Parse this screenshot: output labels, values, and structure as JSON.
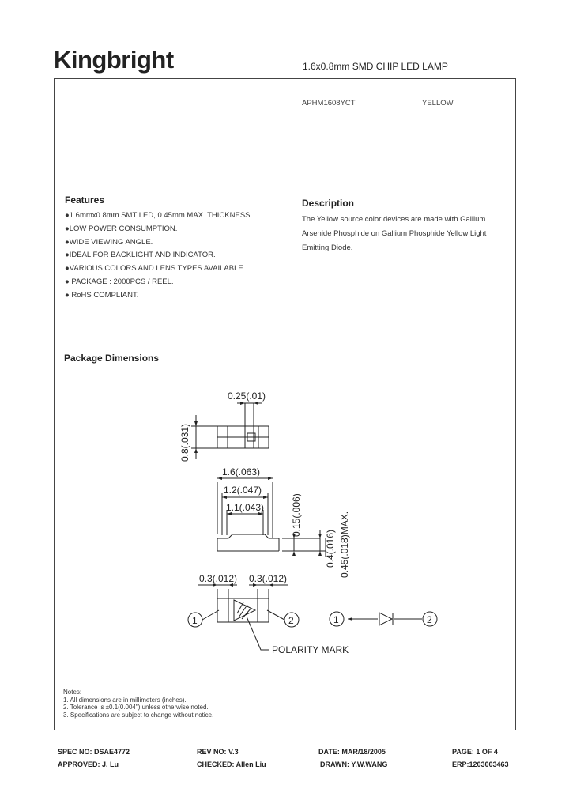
{
  "header": {
    "logo": "Kingbright",
    "title": "1.6x0.8mm SMD CHIP LED LAMP"
  },
  "part": {
    "number": "APHM1608YCT",
    "color": "YELLOW"
  },
  "features": {
    "heading": "Features",
    "items": [
      "●1.6mmx0.8mm SMT LED, 0.45mm MAX. THICKNESS.",
      "●LOW POWER CONSUMPTION.",
      "●WIDE VIEWING ANGLE.",
      "●IDEAL FOR BACKLIGHT AND INDICATOR.",
      "●VARIOUS COLORS AND LENS TYPES AVAILABLE.",
      "● PACKAGE : 2000PCS / REEL.",
      "● RoHS COMPLIANT."
    ]
  },
  "description": {
    "heading": "Description",
    "text": "The Yellow source color devices are made with Gallium Arsenide Phosphide on Gallium Phosphide Yellow Light Emitting Diode."
  },
  "package": {
    "heading": "Package Dimensions",
    "dims": {
      "pad_width": "0.25(.01)",
      "height": "0.8(.031)",
      "length": "1.6(.063)",
      "inner1": "1.2(.047)",
      "inner2": "1.1(.043)",
      "step": "0.15(.006)",
      "thick1": "0.4(.016)",
      "thick2": "0.45(.018)MAX.",
      "term_left": "0.3(.012)",
      "term_right": "0.3(.012)"
    },
    "pin1": "1",
    "pin2": "2",
    "polarity": "POLARITY MARK"
  },
  "notes": {
    "title": "Notes:",
    "items": [
      "1. All dimensions are in millimeters (inches).",
      "2. Tolerance is ±0.1(0.004\") unless otherwise noted.",
      "3. Specifications are subject to change without notice."
    ]
  },
  "footer": {
    "spec_no": "SPEC NO: DSAE4772",
    "rev_no": "REV NO: V.3",
    "date": "DATE: MAR/18/2005",
    "page": "PAGE: 1 OF 4",
    "approved": "APPROVED: J. Lu",
    "checked": "CHECKED: Allen Liu",
    "drawn": "DRAWN: Y.W.WANG",
    "erp": "ERP:1203003463"
  }
}
